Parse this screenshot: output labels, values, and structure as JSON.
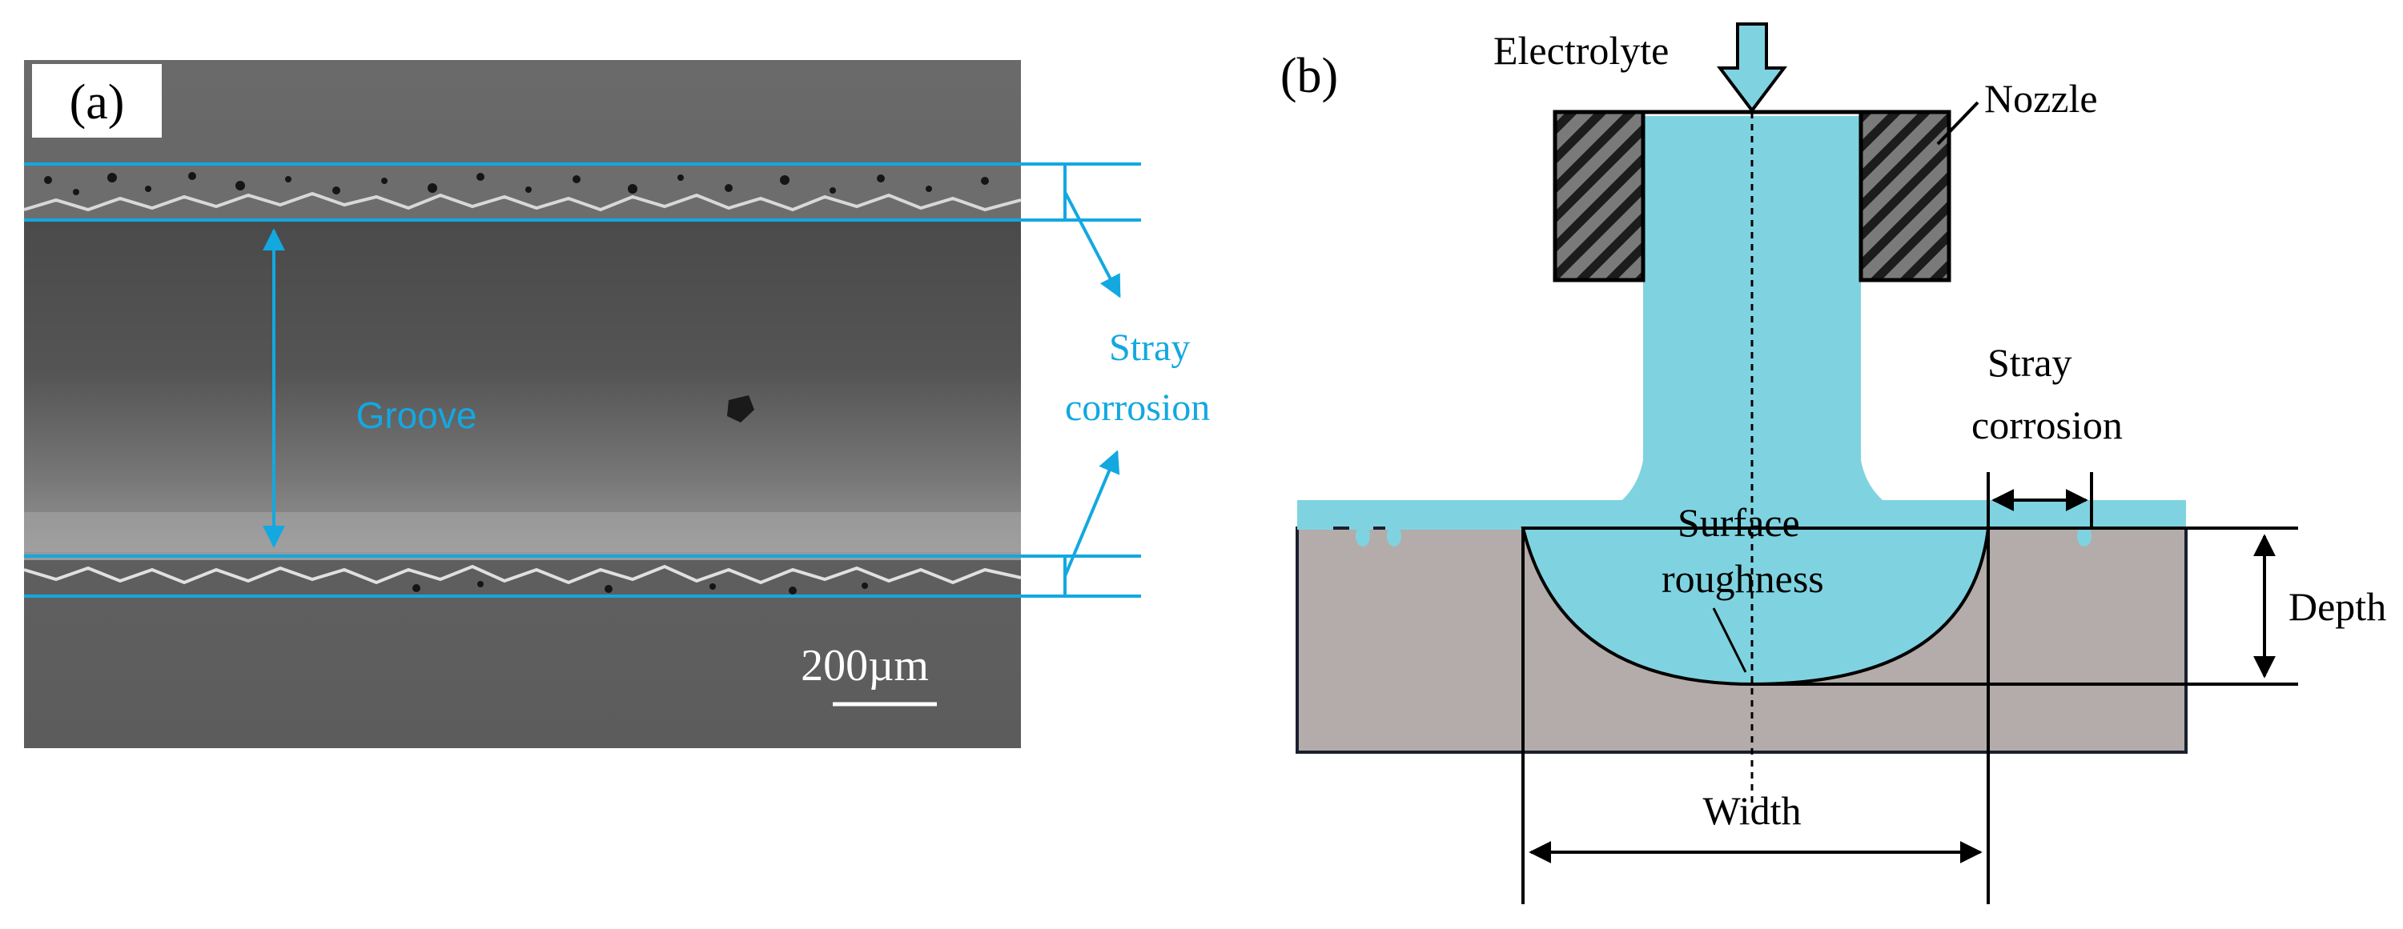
{
  "panel_a": {
    "label": "(a)",
    "groove_label": "Groove",
    "stray_label_line1": "Stray",
    "stray_label_line2": "corrosion",
    "scale_bar_label": "200µm"
  },
  "panel_b": {
    "label": "(b)",
    "electrolyte_label": "Electrolyte",
    "nozzle_label": "Nozzle",
    "stray_label_line1": "Stray",
    "stray_label_line2": "corrosion",
    "surface_label_line1": "Surface",
    "surface_label_line2": "roughness",
    "depth_label": "Depth",
    "width_label": "Width"
  },
  "colors": {
    "annotation_blue": "#13a8e0",
    "electrolyte_fill": "#7fd3e0",
    "workpiece_fill": "#b3acaa",
    "nozzle_fill": "#7a7a7a",
    "outline": "#1a1f2e"
  }
}
